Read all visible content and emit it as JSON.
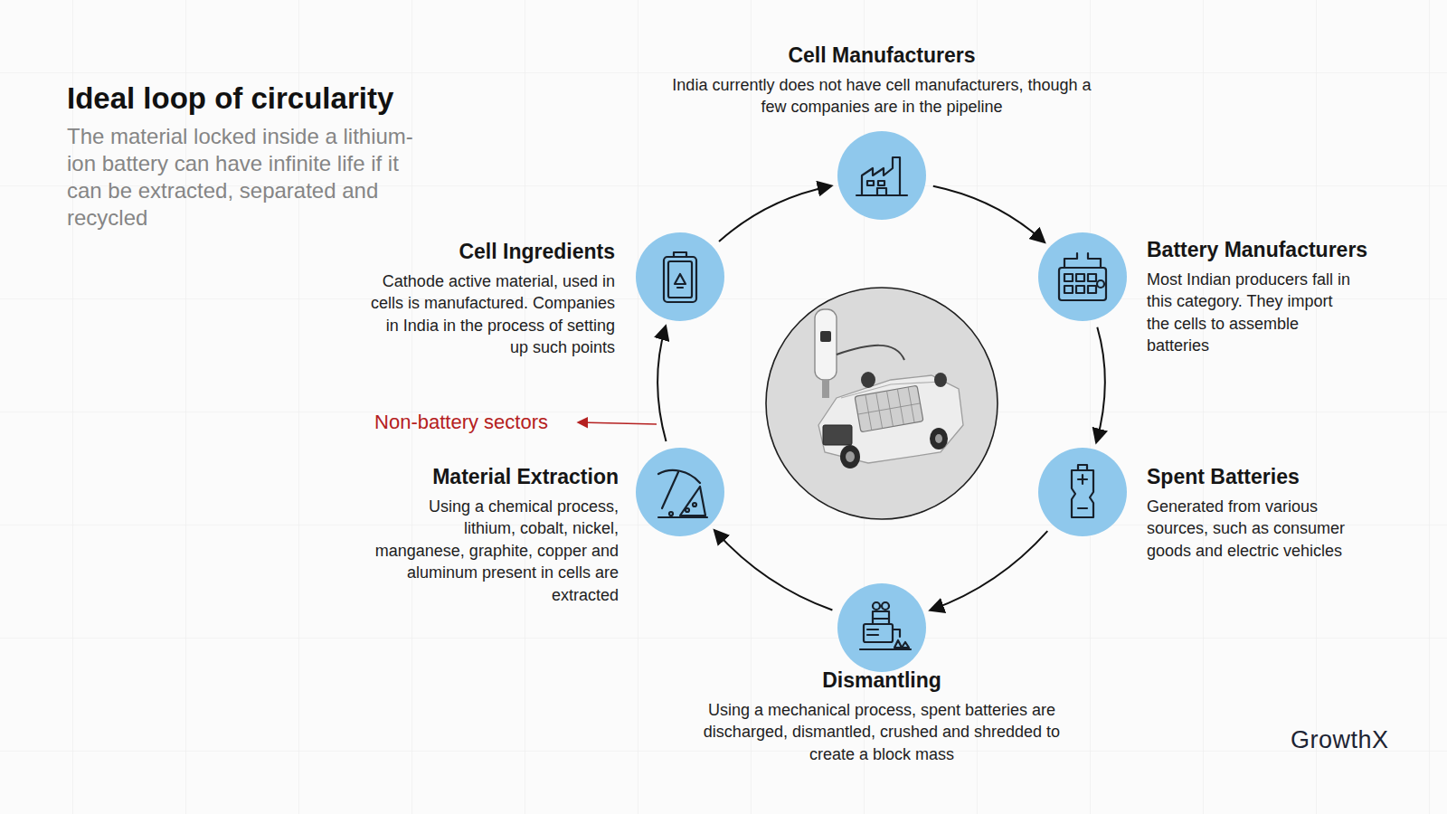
{
  "diagram": {
    "title": "Ideal loop of circularity",
    "nodes": [
      {
        "text": [
          "Cell Manufacturers",
          "India currently does not have cell manufacturers, though a few companies are in the pipeline"
        ]
      },
      {
        "text": [
          "Cell Ingredients",
          "Cathode active material, used in cells is manufactured. Companies in India in the process of setting up such points"
        ]
      },
      {
        "text": [
          "Battery Manufacturers",
          "Most Indian producers fall in this category. They import the cells to assemble batteries"
        ]
      },
      {
        "text": [
          "Material Extraction",
          "Using a chemical process, lithium, cobalt, nickel, manganese, graphite, copper and aluminum present in cells are extracted"
        ]
      },
      {
        "text": [
          "Spent Batteries",
          "Generated from various sources, such as consumer goods and electric vehicles"
        ]
      },
      {
        "text": [
          "Dismantling",
          "Using a mechanical process, spent batteries are discharged, dismantled, crushed and shredded to create a block mass"
        ]
      }
    ],
    "edges": [
      {
        "from": 1,
        "to": 0,
        "arrow": "to"
      },
      {
        "from": 0,
        "to": 2,
        "arrow": "to"
      },
      {
        "from": 2,
        "to": 4,
        "arrow": "to"
      },
      {
        "from": 4,
        "to": 5,
        "arrow": "to"
      },
      {
        "from": 5,
        "to": 3,
        "arrow": "to"
      },
      {
        "from": 3,
        "to": 1,
        "arrow": "to"
      }
    ],
    "labels": [
      "The material locked inside a lithium-ion battery can have infinite life if it can be extracted, separated and recycled",
      "Non-battery sectors",
      "GrowthX"
    ]
  }
}
